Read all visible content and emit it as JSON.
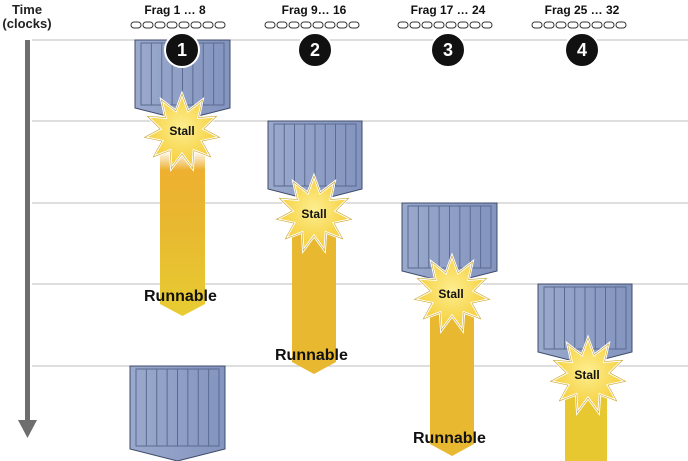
{
  "axis": {
    "line1": "Time",
    "line2": "(clocks)"
  },
  "groups": [
    {
      "label": "Frag 1 … 8",
      "number": "1"
    },
    {
      "label": "Frag  9… 16",
      "number": "2"
    },
    {
      "label": "Frag 17 … 24",
      "number": "3"
    },
    {
      "label": "Frag 25 … 32",
      "number": "4"
    }
  ],
  "stall_label": "Stall",
  "runnable_label": "Runnable",
  "colors": {
    "block_fill": "#8c9dc4",
    "block_stripe": "#5a6a90",
    "stall_fill": "#f9d648",
    "bar_fill": "#e8c830",
    "bar_top": "#e9a830",
    "grid": "#bdbdbd",
    "axis": "#6e6e6e"
  }
}
